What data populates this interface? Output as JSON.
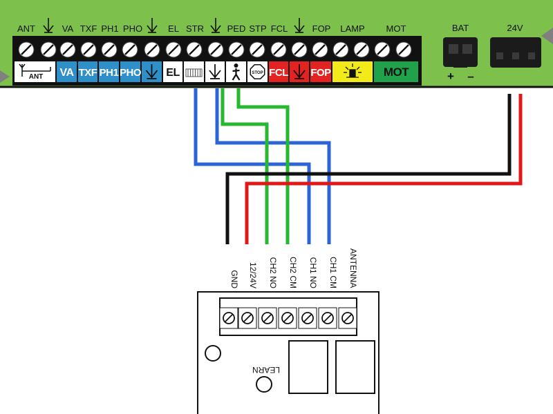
{
  "colors": {
    "board": "#7dc04b",
    "strip": "#111111",
    "blue_tab": "#2f8fc9",
    "red_tab": "#e32222",
    "yellow_tab": "#f3ea1a",
    "green_tab": "#1fa24a",
    "wire_blue": "#2a64d6",
    "wire_green": "#27b82f",
    "wire_black": "#111111",
    "wire_red": "#e01818"
  },
  "controller": {
    "top_labels": [
      {
        "text": "ANT"
      },
      {
        "icon": "ground-icon"
      },
      {
        "text": "VA"
      },
      {
        "text": "TXF"
      },
      {
        "text": "PH1"
      },
      {
        "text": "PHO"
      },
      {
        "icon": "ground-icon"
      },
      {
        "text": "EL"
      },
      {
        "text": "STR"
      },
      {
        "icon": "ground-icon"
      },
      {
        "text": "PED"
      },
      {
        "text": "STP"
      },
      {
        "text": "FCL"
      },
      {
        "icon": "ground-icon"
      },
      {
        "text": "FOP"
      },
      {
        "text": "LAMP"
      },
      {
        "text": "MOT"
      }
    ],
    "tabs": [
      {
        "name": "ant",
        "text": "ANT",
        "icon": "antenna-icon",
        "bg": "#ffffff",
        "fg": "#111111"
      },
      {
        "name": "va",
        "text": "VA",
        "bg": "#2f8fc9",
        "fg": "#ffffff"
      },
      {
        "name": "txf",
        "text": "TXF",
        "bg": "#2f8fc9",
        "fg": "#ffffff"
      },
      {
        "name": "ph1",
        "text": "PH1",
        "bg": "#2f8fc9",
        "fg": "#ffffff"
      },
      {
        "name": "pho",
        "text": "PHO",
        "bg": "#2f8fc9",
        "fg": "#ffffff"
      },
      {
        "name": "gnd1",
        "icon": "ground-icon",
        "bg": "#2f8fc9",
        "fg": "#111111"
      },
      {
        "name": "el",
        "text": "EL",
        "bg": "#ffffff",
        "fg": "#111111"
      },
      {
        "name": "str",
        "icon": "gate-icon",
        "bg": "#ffffff",
        "fg": "#111111"
      },
      {
        "name": "gnd2",
        "icon": "ground-icon",
        "bg": "#ffffff",
        "fg": "#111111"
      },
      {
        "name": "ped",
        "icon": "pedestrian-icon",
        "bg": "#ffffff",
        "fg": "#111111"
      },
      {
        "name": "stp",
        "icon": "stop-icon",
        "text": "STOP",
        "bg": "#ffffff",
        "fg": "#111111"
      },
      {
        "name": "fcl",
        "text": "FCL",
        "bg": "#e32222",
        "fg": "#ffffff"
      },
      {
        "name": "gnd3",
        "icon": "ground-icon",
        "bg": "#e32222",
        "fg": "#111111"
      },
      {
        "name": "fop",
        "text": "FOP",
        "bg": "#e32222",
        "fg": "#ffffff"
      },
      {
        "name": "lamp",
        "icon": "lamp-icon",
        "bg": "#f3ea1a",
        "fg": "#111111"
      },
      {
        "name": "mot",
        "text": "MOT",
        "bg": "#1fa24a",
        "fg": "#111111"
      }
    ],
    "bat": {
      "label": "BAT",
      "plus": "+",
      "minus": "–"
    },
    "power": {
      "label": "24V"
    }
  },
  "receiver": {
    "terminals": [
      "GND",
      "12/24V",
      "CH2 NO",
      "CH2 CM",
      "CH1 NO",
      "CH1 CM",
      "ANTENNA"
    ],
    "learn_label": "LEARN"
  }
}
